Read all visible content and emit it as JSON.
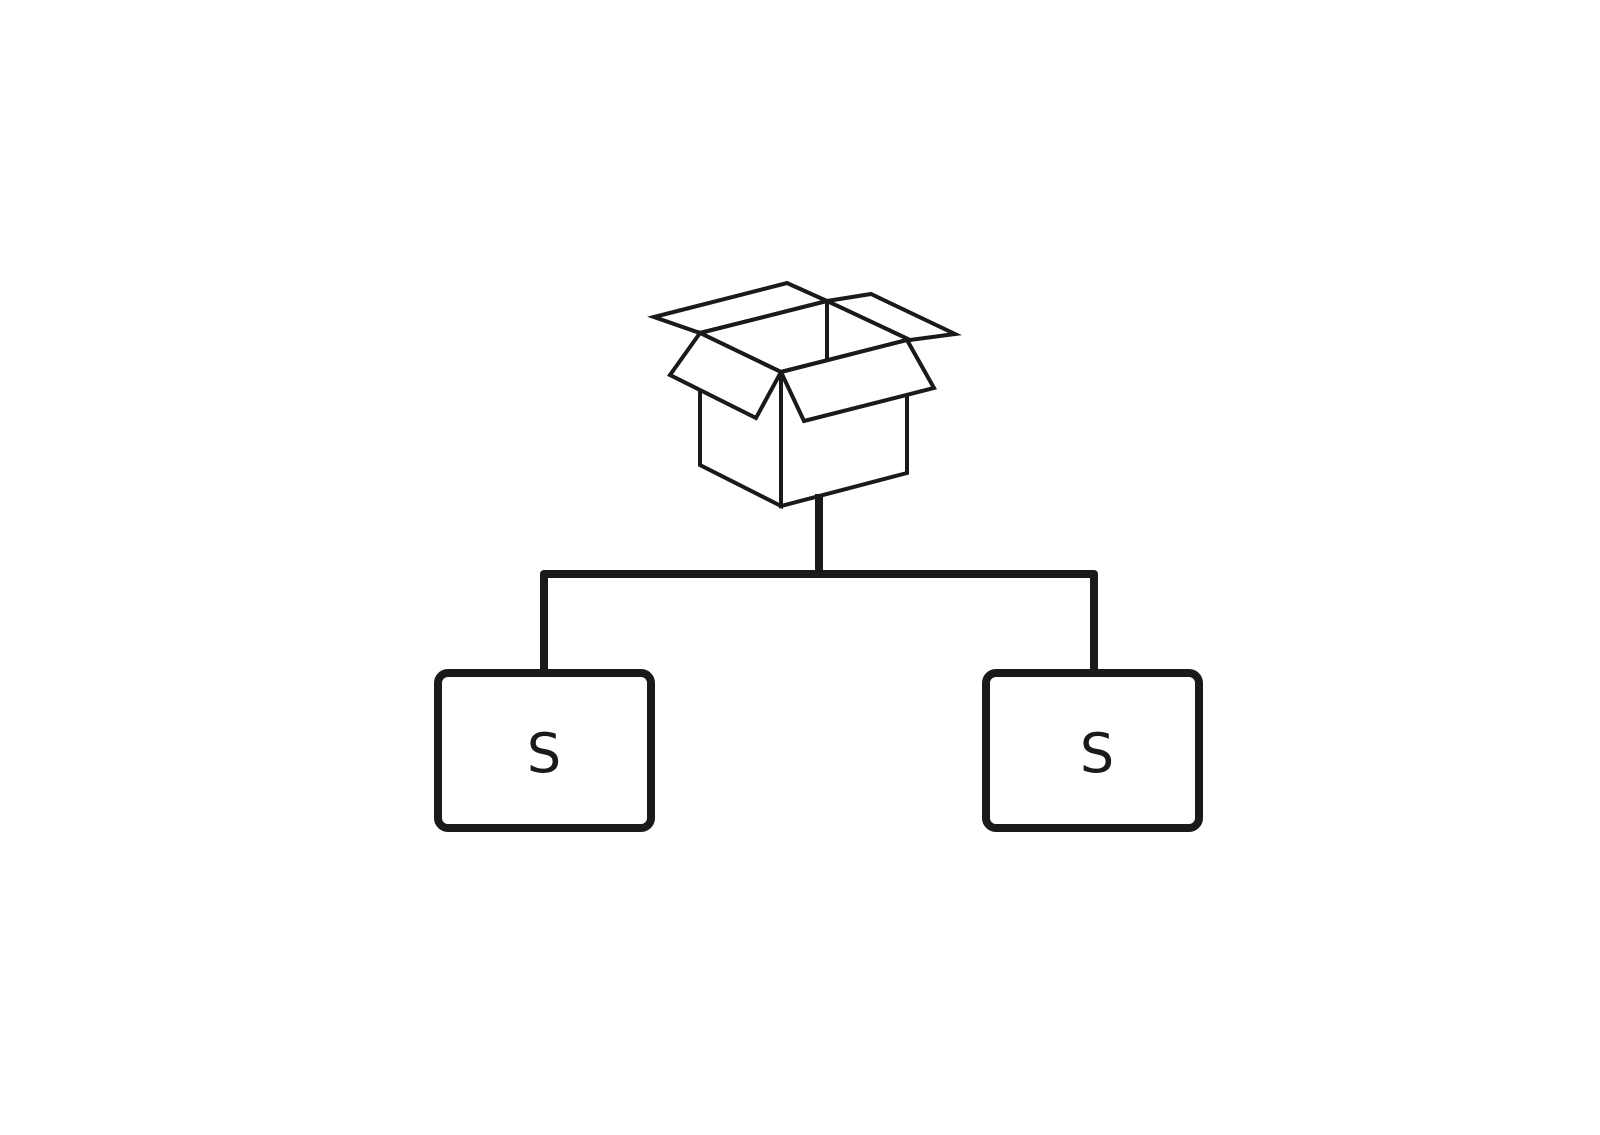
{
  "diagram": {
    "type": "tree",
    "root": {
      "icon": "open-box-icon"
    },
    "children": [
      {
        "label": "S"
      },
      {
        "label": "S"
      }
    ],
    "colors": {
      "stroke": "#1a1a1a",
      "background": "#ffffff"
    }
  }
}
